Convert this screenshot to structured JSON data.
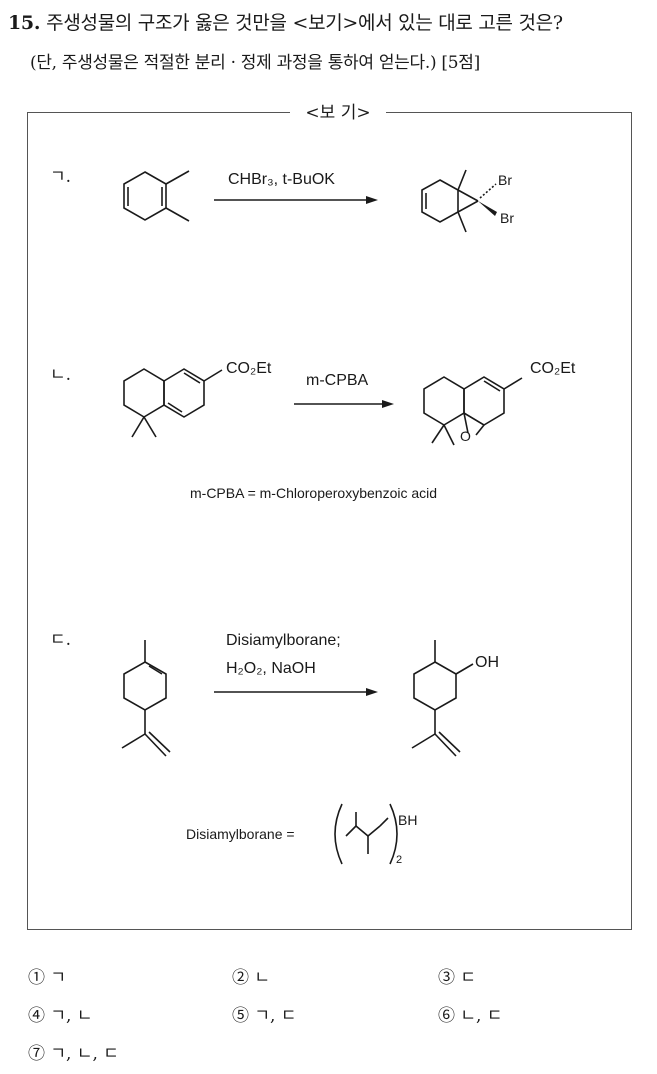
{
  "question": {
    "number": "15.",
    "text": "주생성물의 구조가 옳은 것만을 <보기>에서 있는 대로 고른 것은?",
    "condition": "(단, 주생성물은 적절한 분리 · 정제 과정을 통하여 얻는다.) [5점]"
  },
  "bogi": {
    "title": "<보 기>",
    "items": [
      {
        "label": "ㄱ.",
        "reagent": "CHBr₃, t-BuOK",
        "product_labels": [
          "Br",
          "Br"
        ]
      },
      {
        "label": "ㄴ.",
        "reagent": "m-CPBA",
        "substituent": "CO₂Et",
        "product_substituent": "CO₂Et",
        "product_atom": "O",
        "note": "m-CPBA =  m-Chloroperoxybenzoic acid"
      },
      {
        "label": "ㄷ.",
        "reagent_line1": "Disiamylborane;",
        "reagent_line2": "H₂O₂, NaOH",
        "product_group": "OH",
        "definition_label": "Disiamylborane =",
        "definition_group": "BH",
        "definition_subscript": "2"
      }
    ]
  },
  "choices": [
    {
      "num": "①",
      "text": "ㄱ"
    },
    {
      "num": "②",
      "text": "ㄴ"
    },
    {
      "num": "③",
      "text": "ㄷ"
    },
    {
      "num": "④",
      "text": "ㄱ, ㄴ"
    },
    {
      "num": "⑤",
      "text": "ㄱ, ㄷ"
    },
    {
      "num": "⑥",
      "text": "ㄴ, ㄷ"
    },
    {
      "num": "⑦",
      "text": "ㄱ, ㄴ, ㄷ"
    }
  ]
}
